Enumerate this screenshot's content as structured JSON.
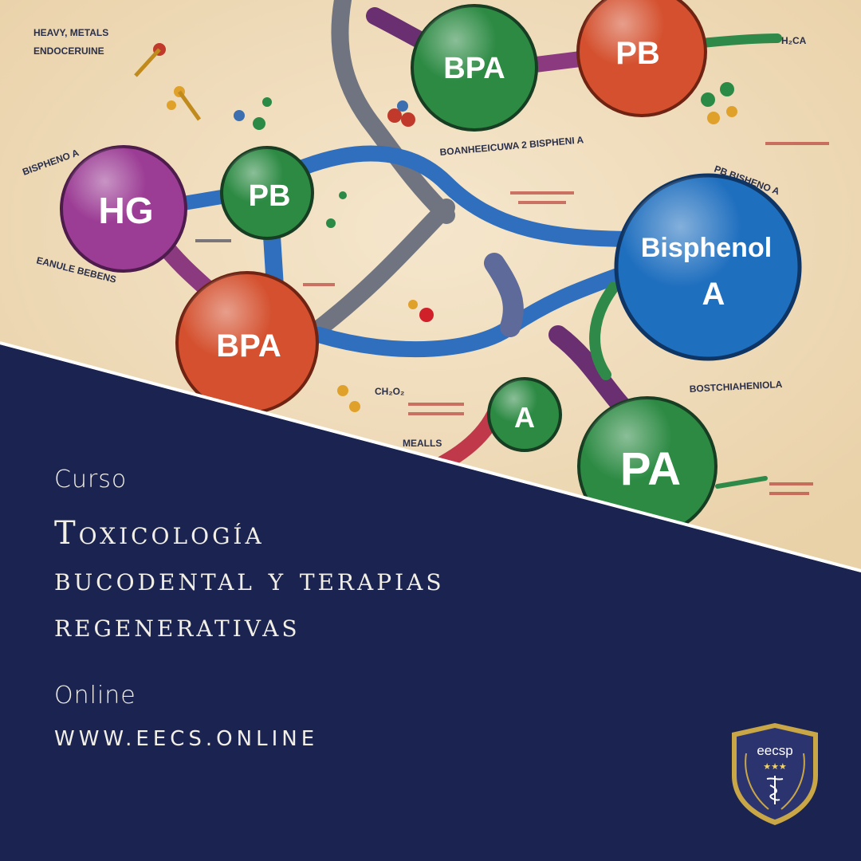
{
  "illustration": {
    "nodes": [
      {
        "label": "BPA",
        "color": "#2c8a43"
      },
      {
        "label": "PB",
        "color": "#d4502e"
      },
      {
        "label": "HG",
        "color": "#9c3d95"
      },
      {
        "label": "PB",
        "color": "#2c8a43"
      },
      {
        "label": "BPA",
        "color": "#d4502e"
      },
      {
        "label": "Bisphenol",
        "label2": "A",
        "color": "#1f6fbf"
      },
      {
        "label": "A",
        "color": "#2c8a43"
      },
      {
        "label": "PA",
        "color": "#2c8a43"
      }
    ],
    "texts": [
      "HEAVY, METALS",
      "ENDOCERUINE",
      "BISPHENO A",
      "EANULE BEBENS",
      "BOANHEEICUWA 2 BISPHENI A",
      "PB BISHENO A",
      "BOSTCHIAHENIOLA",
      "MEALLS",
      "H₂CA",
      "CH₂O₂"
    ]
  },
  "course": {
    "kicker": "Curso",
    "title_line1": "Toxicología",
    "title_line2": "bucodental y terapias",
    "title_line3": "regenerativas",
    "mode": "Online",
    "url": "WWW.EECS.ONLINE"
  },
  "badge": {
    "text": "eecsp",
    "stars": "★★★"
  },
  "colors": {
    "navy": "#1b2450",
    "paper": "#f1dfc2",
    "gold": "#c9a646"
  }
}
